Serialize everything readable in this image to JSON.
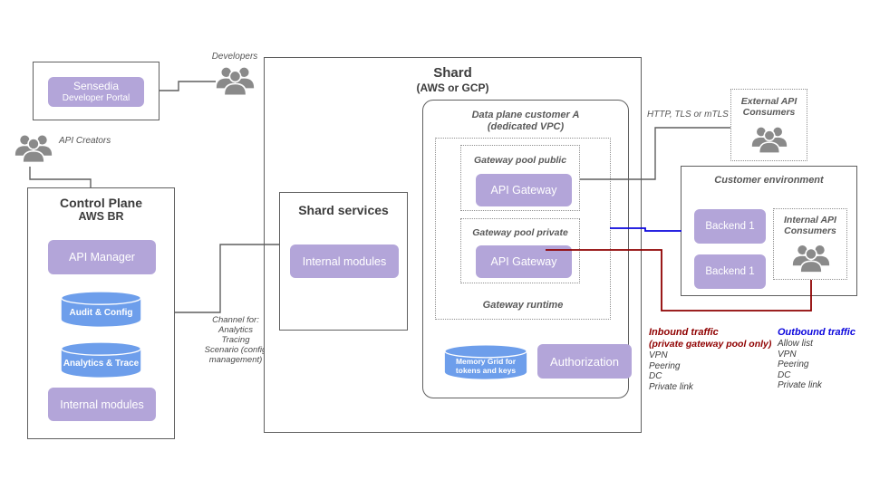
{
  "colors": {
    "purple_fill": "#b3a5d9",
    "cylinder_blue": "#6d9eeb",
    "connector_gray": "#5f5f5f",
    "inbound_red": "#8f0000",
    "outbound_blue": "#0b06dd"
  },
  "portal": {
    "vendor": "Sensedia",
    "product": "Developer Portal"
  },
  "actors": {
    "developers": "Developers",
    "api_creators": "API Creators"
  },
  "control_plane": {
    "title": "Control Plane",
    "subtitle": "AWS BR",
    "api_manager": "API Manager",
    "audit_config": "Audit & Config",
    "analytics_trace": "Analytics & Trace",
    "internal_modules": "Internal modules"
  },
  "channel_note": [
    "Channel  for:",
    "Analytics",
    "Tracing",
    "Scenario (config",
    "management)"
  ],
  "shard_services": {
    "title": "Shard services",
    "internal_modules": "Internal modules"
  },
  "shard": {
    "title": "Shard",
    "subtitle": "(AWS or GCP)",
    "data_plane": {
      "title": "Data plane customer A",
      "subtitle": "(dedicated VPC)",
      "gateway_runtime_label": "Gateway runtime",
      "pool_public": {
        "label": "Gateway pool public",
        "gateway": "API Gateway"
      },
      "pool_private": {
        "label": "Gateway pool private",
        "gateway": "API Gateway"
      },
      "memory_grid_line1": "Memory Grid for",
      "memory_grid_line2": "tokens and keys",
      "authorization": "Authorization"
    }
  },
  "edge_labels": {
    "http": "HTTP, TLS or mTLS"
  },
  "external_consumers": {
    "line1": "External API",
    "line2": "Consumers"
  },
  "customer_environment": {
    "title": "Customer environment",
    "backend_a": "Backend 1",
    "backend_b": "Backend 1",
    "internal_consumers": {
      "line1": "Internal API",
      "line2": "Consumers"
    }
  },
  "inbound": {
    "title": "Inbound traffic",
    "subtitle": "(private gateway pool only)",
    "items": [
      "VPN",
      "Peering",
      "DC",
      "Private link"
    ]
  },
  "outbound": {
    "title": "Outbound traffic",
    "items": [
      "Allow list",
      "VPN",
      "Peering",
      "DC",
      "Private link"
    ]
  }
}
